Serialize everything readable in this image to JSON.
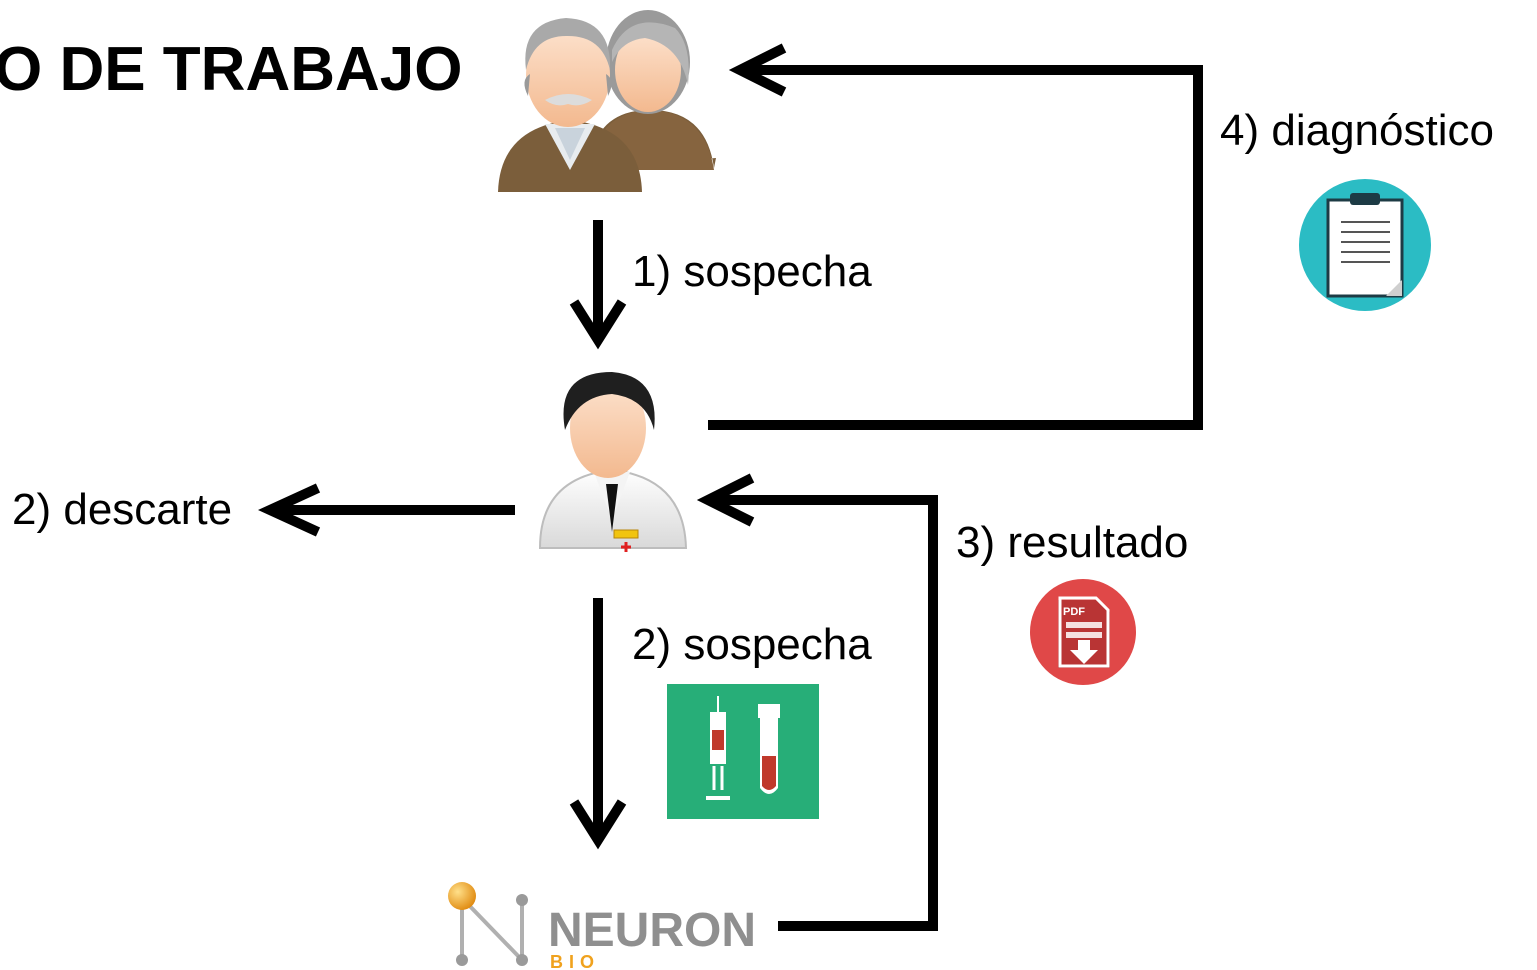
{
  "title": "O DE TRABAJO",
  "steps": {
    "s1": "1) sospecha",
    "s2a": "2) descarte",
    "s2b": "2) sospecha",
    "s3": "3) resultado",
    "s4": "4) diagnóstico"
  },
  "pdf_badge": "PDF",
  "logo": {
    "name": "NEURON",
    "sub": "BIO"
  },
  "colors": {
    "teal": "#2bbcc4",
    "pdf_red": "#e04848",
    "lab_green": "#27ae78",
    "logo_orange": "#f0a21e",
    "logo_grey": "#8f8f8f",
    "patient_brown": "#7b5e3b",
    "doctor_hair": "#1f1f1f"
  },
  "nodes": [
    {
      "id": "patients",
      "icon": "elderly-couple-icon"
    },
    {
      "id": "doctor",
      "icon": "doctor-icon"
    },
    {
      "id": "lab",
      "icon": "neuron-bio-logo"
    }
  ],
  "edges": [
    {
      "from": "patients",
      "to": "doctor",
      "label": "1) sospecha"
    },
    {
      "from": "doctor",
      "to": "discard",
      "label": "2) descarte"
    },
    {
      "from": "doctor",
      "to": "lab",
      "label": "2) sospecha"
    },
    {
      "from": "lab",
      "to": "doctor",
      "label": "3) resultado"
    },
    {
      "from": "doctor",
      "to": "patients",
      "label": "4) diagnóstico"
    }
  ]
}
